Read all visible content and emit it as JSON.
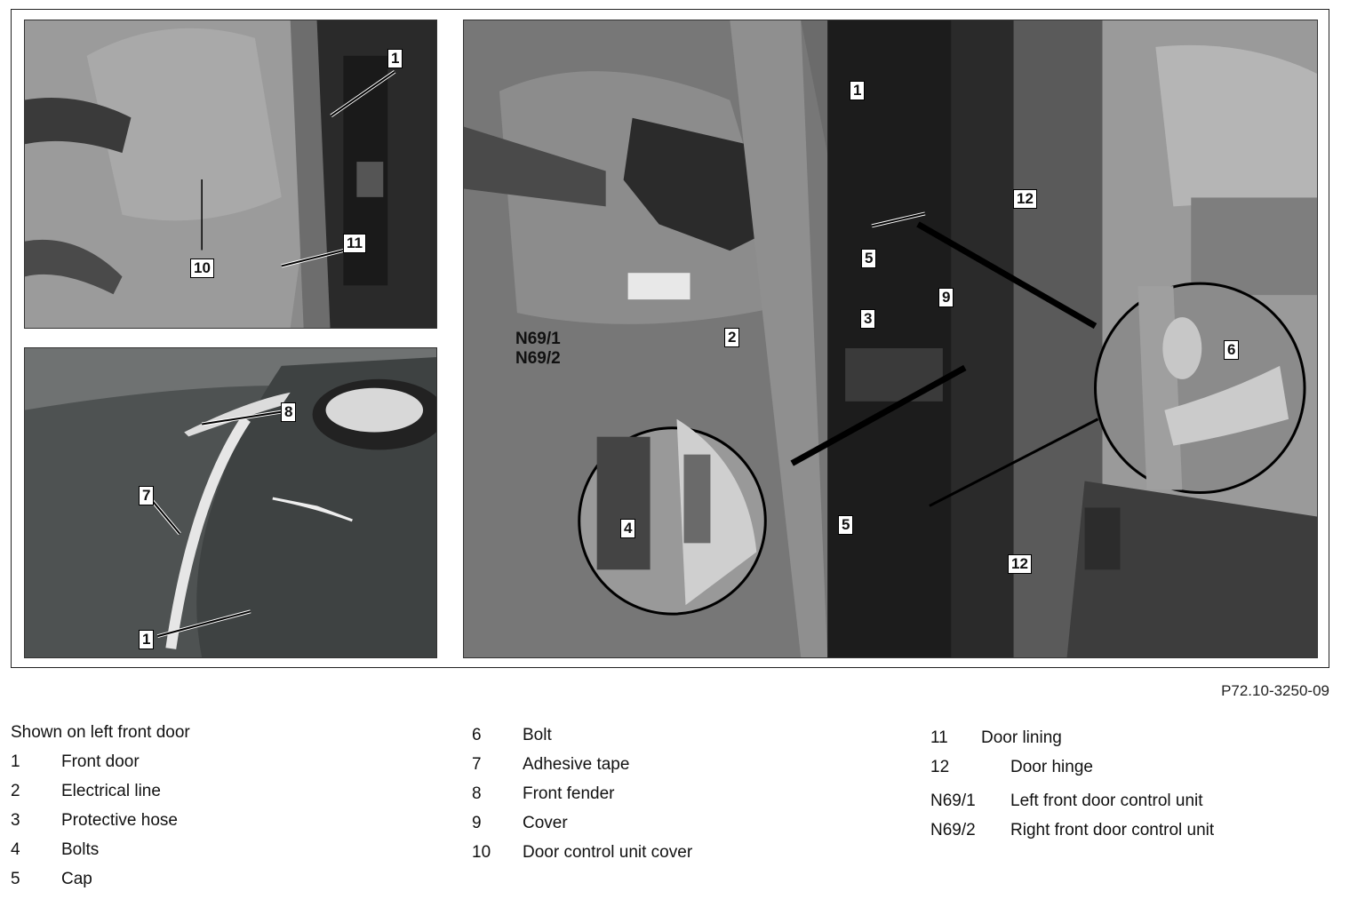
{
  "figure": {
    "id": "P72.10-3250-09",
    "callouts": {
      "top_left": [
        "1",
        "10",
        "11"
      ],
      "bottom_left": [
        "8",
        "7",
        "1"
      ],
      "right": [
        "1",
        "12",
        "5",
        "9",
        "3",
        "2",
        "N69/1",
        "N69/2",
        "6",
        "4",
        "5",
        "12"
      ]
    }
  },
  "legend": {
    "heading": "Shown on left front door",
    "col1": [
      {
        "key": "1",
        "label": "Front door"
      },
      {
        "key": "2",
        "label": "Electrical line"
      },
      {
        "key": "3",
        "label": "Protective hose"
      },
      {
        "key": "4",
        "label": "Bolts"
      },
      {
        "key": "5",
        "label": "Cap"
      }
    ],
    "col2": [
      {
        "key": "6",
        "label": "Bolt"
      },
      {
        "key": "7",
        "label": "Adhesive tape"
      },
      {
        "key": "8",
        "label": "Front fender"
      },
      {
        "key": "9",
        "label": "Cover"
      },
      {
        "key": "10",
        "label": "Door control unit cover"
      }
    ],
    "col3": [
      {
        "key": "11",
        "label": "Door lining"
      },
      {
        "key": "12",
        "label": "Door hinge"
      },
      {
        "key": "N69/1",
        "label": "Left front door control unit"
      },
      {
        "key": "N69/2",
        "label": "Right front door control unit"
      }
    ]
  }
}
